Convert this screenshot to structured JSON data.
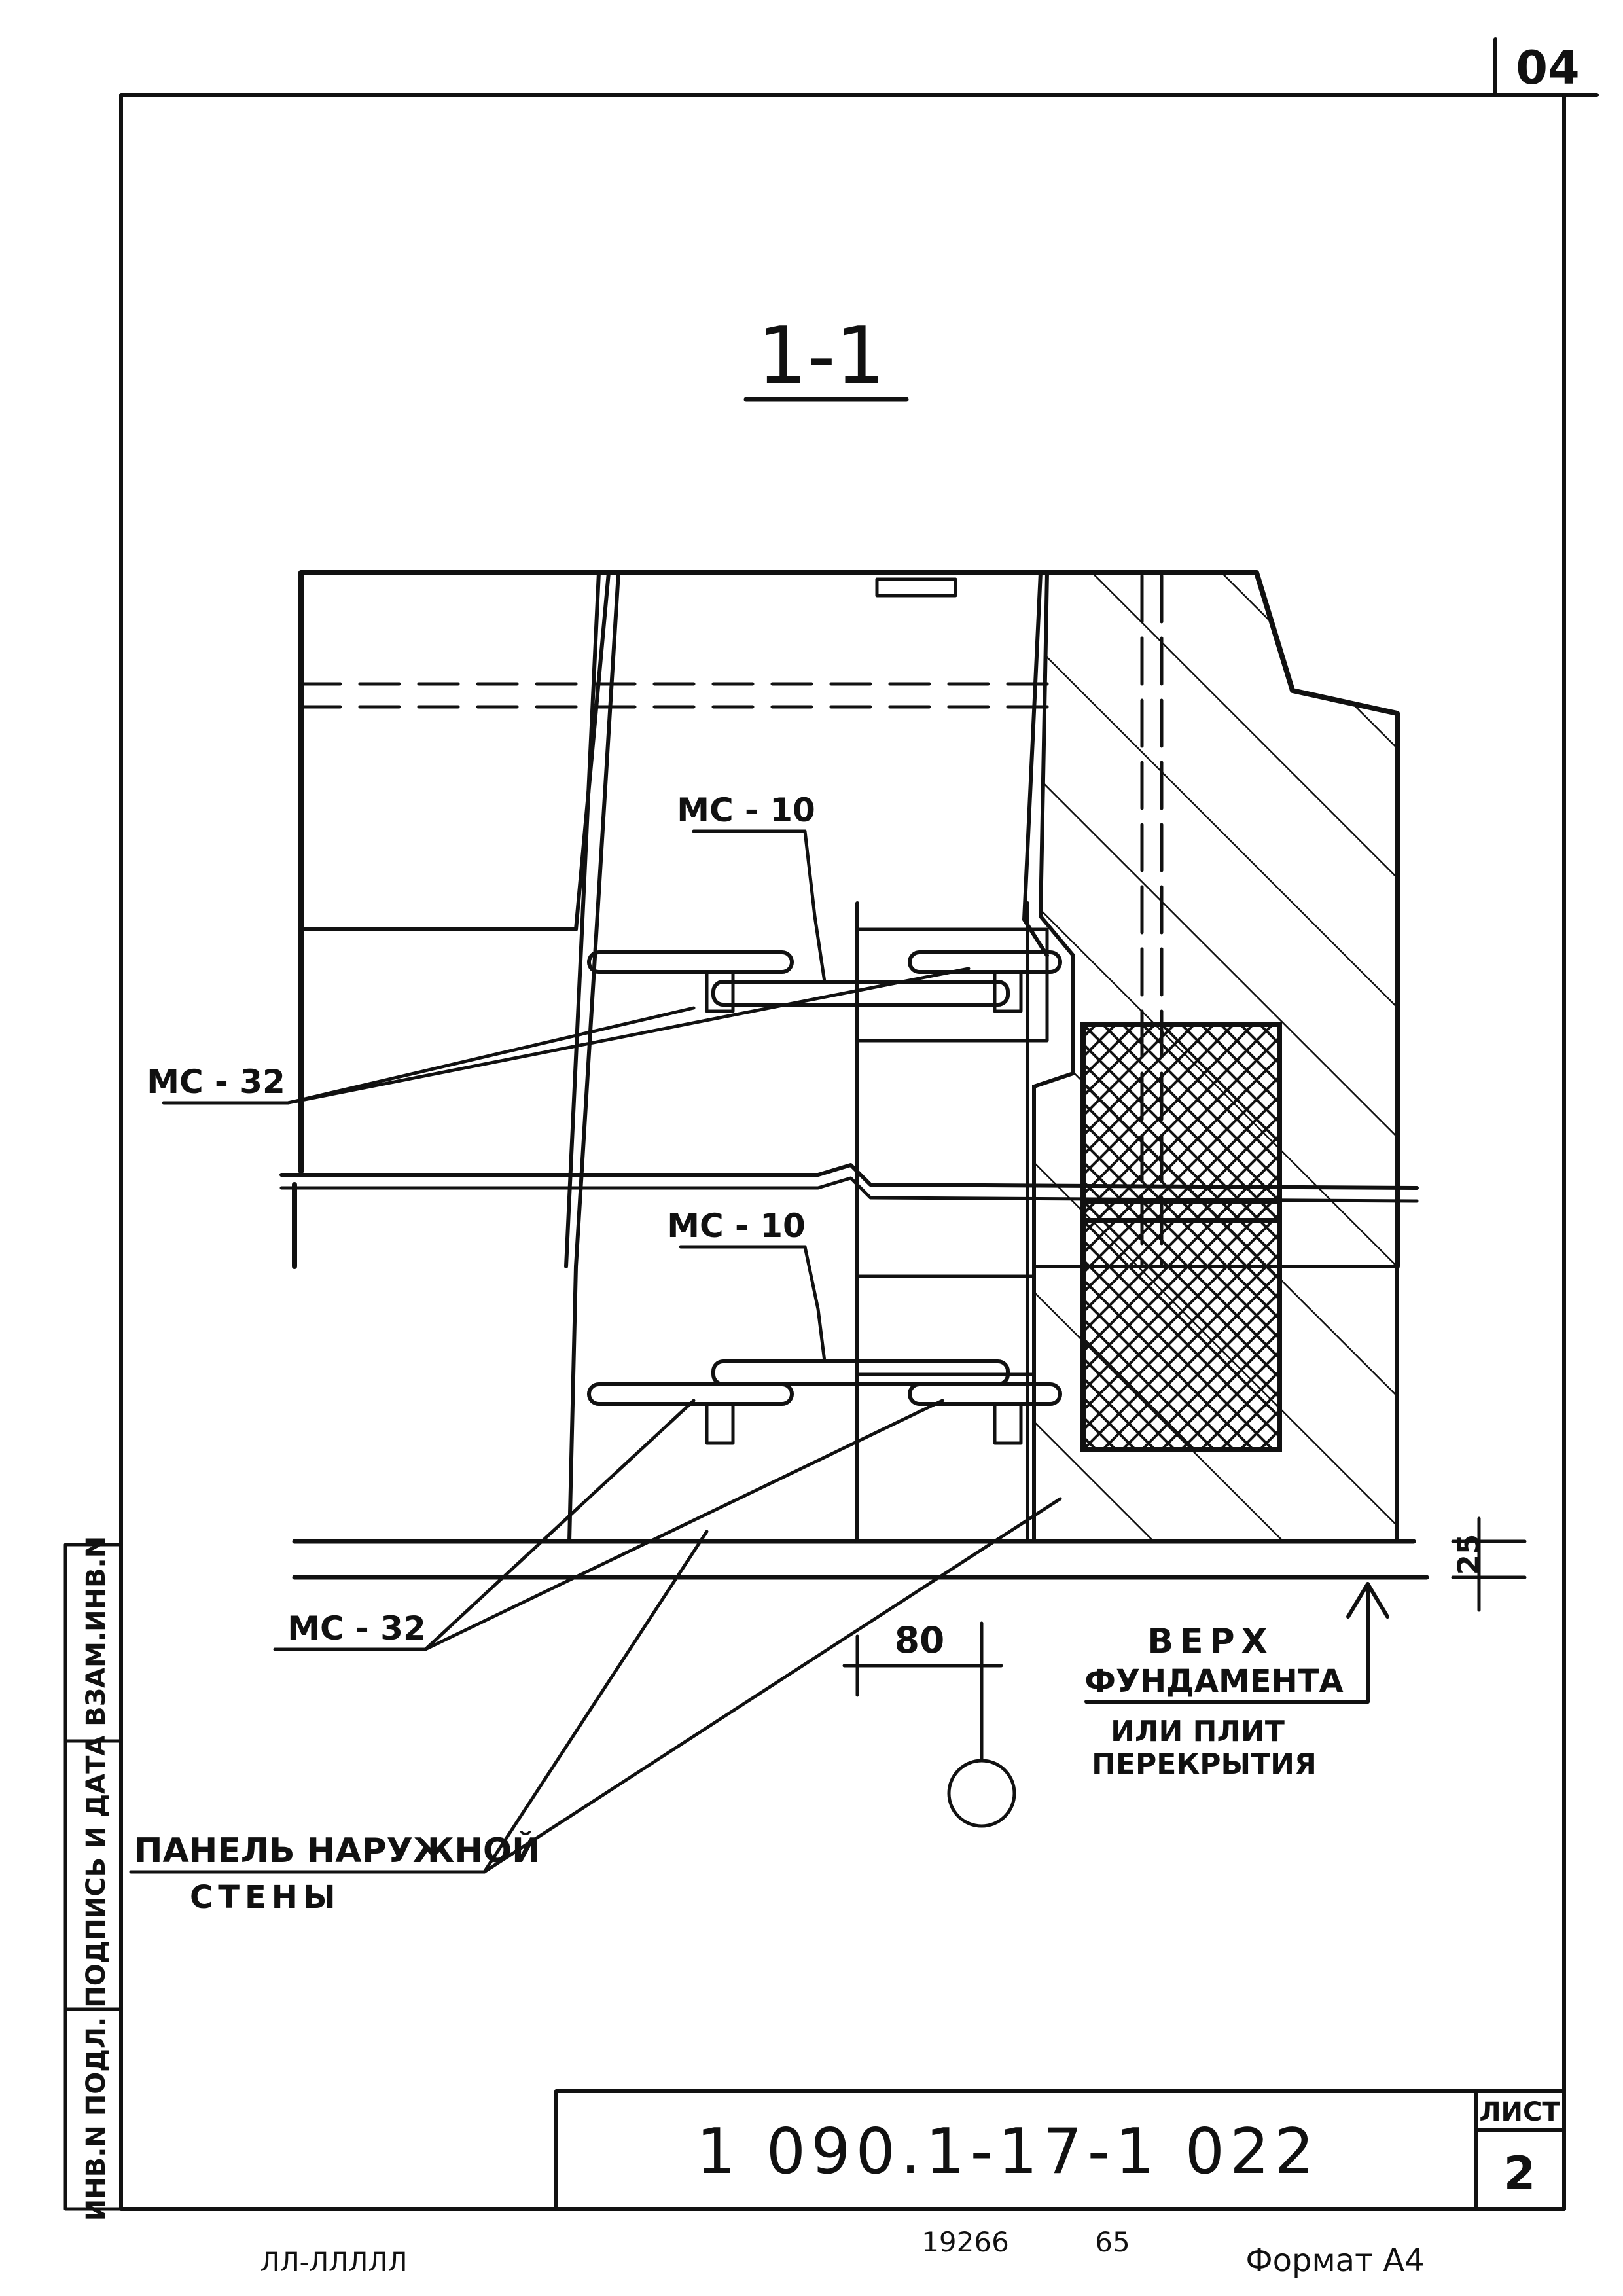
{
  "page_corner_number": "04",
  "section_title": "1-1",
  "labels": {
    "mc10_top": "МС - 10",
    "mc10_bottom": "МС - 10",
    "mc32_top": "МС - 32",
    "mc32_bottom": "МС - 32",
    "panel_line1": "ПАНЕЛЬ НАРУЖНОЙ",
    "panel_line2": "СТЕНЫ",
    "top_line1": "ВЕРХ",
    "top_line2": "ФУНДАМЕНТА",
    "top_line3": "ИЛИ ПЛИТ",
    "top_line4": "ПЕРЕКРЫТИЯ"
  },
  "dimensions": {
    "d80": "80",
    "d25": "25"
  },
  "side_stamp": "ИНВ.N ПОДЛ. ПОДПИСЬ И ДАТА ВЗАМ.ИНВ.N",
  "title_block": {
    "code": "1 090.1-17-1 022",
    "sheet_label": "ЛИСТ",
    "sheet_number": "2"
  },
  "footer": {
    "num_a": "19266",
    "num_b": "65",
    "left_text": "ЛЛ-ЛЛЛЛЛ",
    "format": "Формат А4"
  }
}
